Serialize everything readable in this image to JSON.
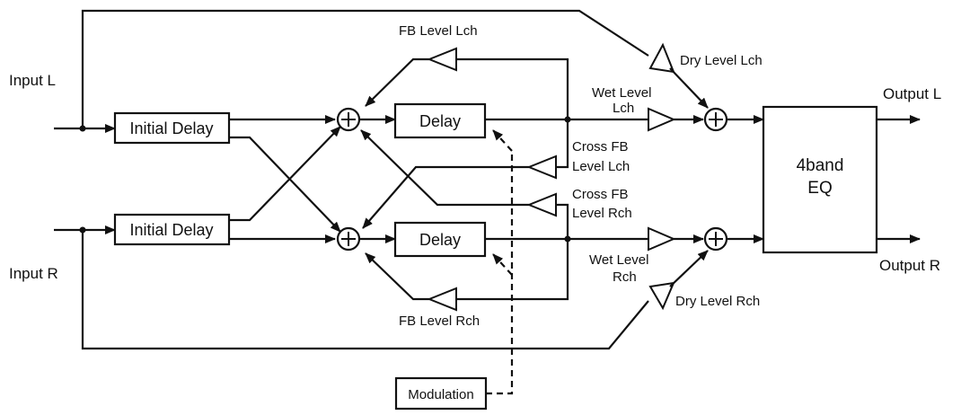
{
  "labels": {
    "input_l": "Input L",
    "input_r": "Input R",
    "output_l": "Output L",
    "output_r": "Output R",
    "initial_delay_l": "Initial Delay",
    "initial_delay_r": "Initial Delay",
    "delay_l": "Delay",
    "delay_r": "Delay",
    "eq_line1": "4band",
    "eq_line2": "EQ",
    "modulation": "Modulation",
    "fb_level_lch": "FB Level Lch",
    "fb_level_rch": "FB Level Rch",
    "dry_level_lch": "Dry Level Lch",
    "dry_level_rch": "Dry Level Rch",
    "wet_level_l_line1": "Wet Level",
    "wet_level_l_line2": "Lch",
    "wet_level_r_line1": "Wet Level",
    "wet_level_r_line2": "Rch",
    "cross_fb_l_line1": "Cross FB",
    "cross_fb_l_line2": "Level Lch",
    "cross_fb_r_line1": "Cross FB",
    "cross_fb_r_line2": "Level Rch"
  },
  "colors": {
    "line": "#111111",
    "background": "#ffffff"
  }
}
